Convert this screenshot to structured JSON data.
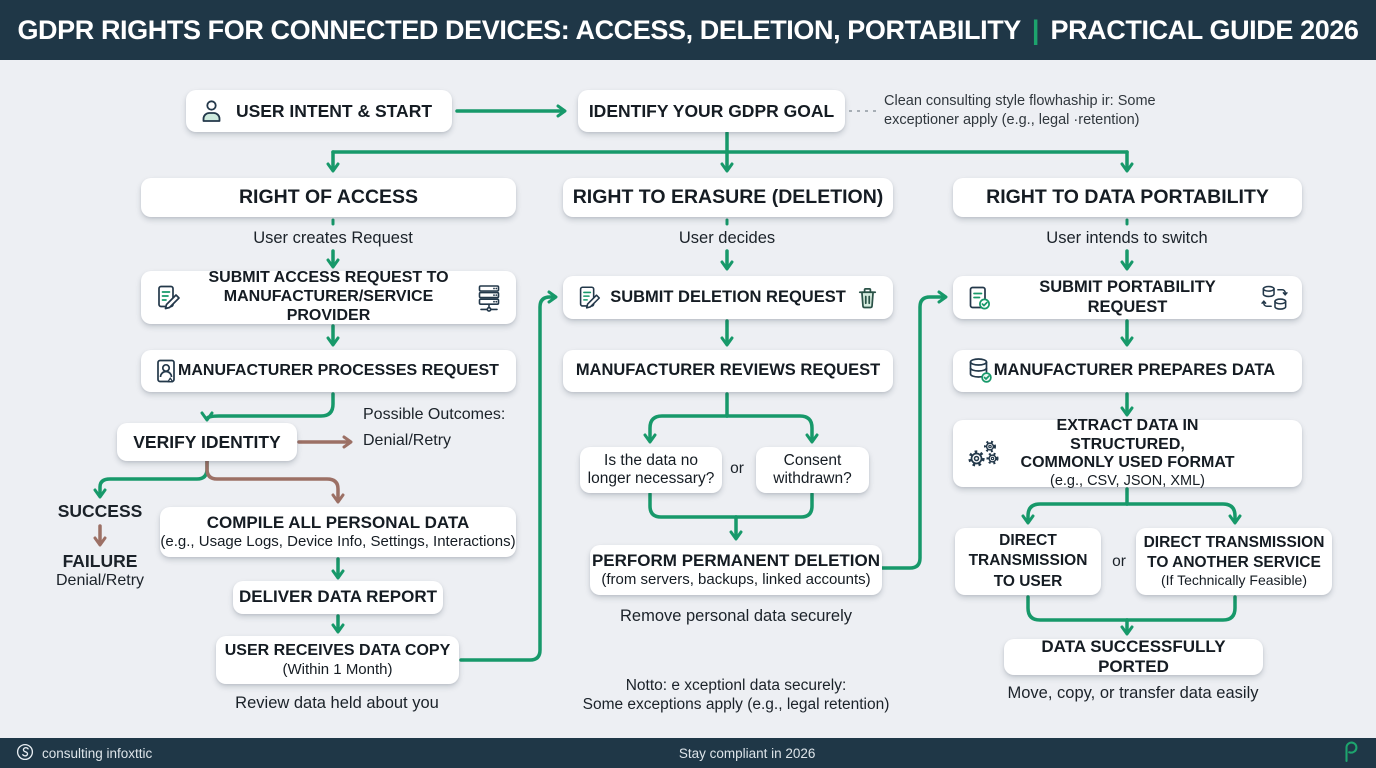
{
  "colors": {
    "accent_green": "#17996a",
    "accent_brown": "#9c7065",
    "header_bg": "#1f3747",
    "canvas_bg": "#edeff3"
  },
  "header": {
    "title": "GDPR RIGHTS FOR CONNECTED DEVICES: ACCESS, DELETION, PORTABILITY",
    "divider": "|",
    "subtitle": "PRACTICAL GUIDE 2026"
  },
  "start": {
    "user_intent": {
      "label": "USER INTENT & START",
      "icon": "person-icon"
    },
    "identify": {
      "label": "IDENTIFY YOUR GDPR GOAL"
    },
    "annotation": {
      "line1": "Clean consulting style flowhaship ir: Some",
      "line2": "exceptioner apply (e.g., legal ·retention)"
    }
  },
  "access": {
    "header": "RIGHT OF ACCESS",
    "sublabel": "User creates Request",
    "submit": {
      "line1": "SUBMIT ACCESS REQUEST TO",
      "line2": "MANUFACTURER/SERVICE PROVIDER",
      "icon_left": "document-edit-icon",
      "icon_right": "server-icon"
    },
    "processes": {
      "label": "MANUFACTURER PROCESSES REQUEST",
      "icon_left": "id-document-icon"
    },
    "verify": {
      "label": "VERIFY IDENTITY"
    },
    "outcomes_title": "Possible Outcomes:",
    "outcomes_value": "Denial/Retry",
    "success": "SUCCESS",
    "failure": "FAILURE",
    "failure_sub": "Denial/Retry",
    "compile": {
      "line1": "COMPILE ALL PERSONAL DATA",
      "line2": "(e.g., Usage Logs, Device Info, Settings, Interactions)"
    },
    "deliver": {
      "label": "DELIVER DATA REPORT"
    },
    "receive": {
      "line1": "USER RECEIVES DATA COPY",
      "line2": "(Within 1 Month)"
    },
    "footnote": "Review data held about you"
  },
  "erasure": {
    "header": "RIGHT TO ERASURE (DELETION)",
    "sublabel": "User decides",
    "submit": {
      "label": "SUBMIT DELETION REQUEST",
      "icon_left": "document-edit-icon",
      "icon_right": "trash-icon"
    },
    "reviews": {
      "label": "MANUFACTURER REVIEWS REQUEST"
    },
    "q1": {
      "line1": "Is the data no",
      "line2": "longer necessary?"
    },
    "or": "or",
    "q2": {
      "line1": "Consent",
      "line2": "withdrawn?"
    },
    "perform": {
      "line1": "PERFORM PERMANENT DELETION",
      "line2": "(from servers, backups, linked accounts)"
    },
    "footnote": "Remove personal data securely",
    "note_line1": "Notto: e xceptionl data securely:",
    "note_line2": "Some exceptions apply (e.g., legal retention)"
  },
  "portability": {
    "header": "RIGHT TO DATA PORTABILITY",
    "sublabel": "User intends to switch",
    "submit": {
      "label": "SUBMIT PORTABILITY REQUEST",
      "icon_left": "document-check-icon",
      "icon_right": "data-transfer-icon"
    },
    "prepares": {
      "label": "MANUFACTURER PREPARES DATA",
      "icon_left": "database-icon"
    },
    "extract": {
      "line1": "EXTRACT DATA IN STRUCTURED,",
      "line2": "COMMONLY USED FORMAT",
      "line3": "(e.g., CSV, JSON, XML)",
      "icon_left": "gears-icon"
    },
    "direct_user": {
      "line1": "DIRECT",
      "line2": "TRANSMISSION",
      "line3": "TO USER"
    },
    "or": "or",
    "direct_service": {
      "line1": "DIRECT TRANSMISSION",
      "line2": "TO ANOTHER SERVICE",
      "line3": "(If Technically Feasible)"
    },
    "ported": {
      "label": "DATA SUCCESSFULLY PORTED"
    },
    "footnote": "Move, copy, or transfer data easily"
  },
  "footer": {
    "brand": "consulting infoxttic",
    "center": "Stay compliant in 2026"
  }
}
